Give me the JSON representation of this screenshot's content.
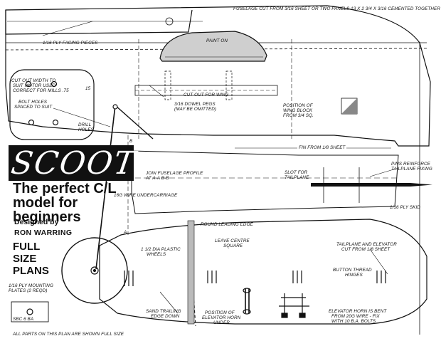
{
  "plan": {
    "fuselage_note": "FUSELAGE CUT FROM 3/16 SHEET OR TWO PANELS 13 X 2 3/4 X 3/16 CEMENTED TOGETHER",
    "ply_facing": "1/16 PLY FACING PIECES",
    "paint_on": "PAINT ON",
    "cut_out_width_1": "CUT OUT WIDTH TO",
    "cut_out_width_2": "SUIT MOTOR USED",
    "cut_out_width_3": "CORRECT FOR MILLS .75",
    "mills_15": "15",
    "bolt_holes_1": "BOLT HOLES",
    "bolt_holes_2": "SPACED TO SUIT",
    "cut_out_wing": "CUT OUT FOR WING",
    "dowel_1": "3/16 DOWEL PEGS",
    "dowel_2": "(MAY BE OMITTED)",
    "wing_block_1": "POSITION OF",
    "wing_block_2": "WING BLOCK",
    "wing_block_3": "FROM 3/4 SQ.",
    "drill_1": "DRILL",
    "drill_2": "HOLES",
    "fin": "FIN FROM 1/8 SHEET",
    "join_1": "JOIN FUSELAGE PROFILE",
    "join_2": "AT A-A B-B",
    "slot_1": "SLOT FOR",
    "slot_2": "TAILPLANE",
    "pins_1": "PINS REINFORCE",
    "pins_2": "TAILPLANE FIXING",
    "wire_uc": "16G WIRE UNDERCARRIAGE",
    "ply_skid": "1/16 PLY SKID",
    "round_edge": "ROUND LEADING EDGE",
    "leave_1": "LEAVE CENTRE",
    "leave_2": "SQUARE",
    "wheels_1": "1 1/2 DIA PLASTIC",
    "wheels_2": "WHEELS",
    "tail_1": "TAILPLANE AND ELEVATOR",
    "tail_2": "CUT FROM 1/8 SHEET",
    "button_1": "BUTTON THREAD",
    "button_2": "HINGES",
    "mount_1": "1/16 PLY MOUNTING",
    "mount_2": "PLATES (2 REQD)",
    "sand_1": "SAND TRAILING",
    "sand_2": "EDGE DOWN",
    "horn_pos_1": "POSITION OF",
    "horn_pos_2": "ELEVATOR HORN",
    "horn_pos_3": "UNDER",
    "horn_1": "ELEVATOR HORN IS BENT",
    "horn_2": "FROM 20G WIRE - FIX",
    "horn_3": "WITH 10 B.A. BOLTS",
    "ba_bolts": "SBC 6 BA",
    "all_parts": "ALL PARTS ON THIS PLAN ARE SHOWN FULL SIZE",
    "letter_a": "A",
    "letter_b": "B"
  },
  "title": {
    "name": "SCOOT",
    "sub_1": "The perfect C/L",
    "sub_2": "model for",
    "sub_3": "beginners",
    "designed_by": "Designed by",
    "author": "RON WARRING",
    "fsp_1": "FULL",
    "fsp_2": "SIZE",
    "fsp_3": "PLANS"
  }
}
